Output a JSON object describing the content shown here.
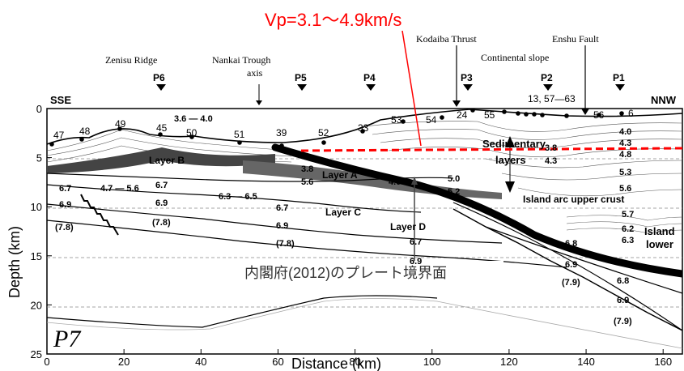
{
  "annotation": {
    "vp_text": "Vp=3.1～4.9km/s",
    "boundary_text": "内閣府(2012)のプレート境界面",
    "color": "#ff0000"
  },
  "panel_label": "P7",
  "axes": {
    "x_label": "Distance (km)",
    "y_label": "Depth (km)",
    "x_ticks": [
      "0",
      "20",
      "40",
      "60",
      "80",
      "100",
      "120",
      "140",
      "160"
    ],
    "y_ticks": [
      "0",
      "5",
      "10",
      "15",
      "20",
      "25"
    ],
    "x_range": [
      0,
      165
    ],
    "y_range": [
      0,
      25
    ]
  },
  "ends": {
    "left": "SSE",
    "right": "NNW"
  },
  "features": [
    "Zenisu Ridge",
    "Nankai Trough",
    "axis",
    "Kodaiba Thrust",
    "Continental slope",
    "Enshu Fault"
  ],
  "stations": [
    "P6",
    "P5",
    "P4",
    "P3",
    "P2",
    "P1"
  ],
  "obs_numbers": [
    "47",
    "48",
    "49",
    "45",
    "50",
    "51",
    "39",
    "52",
    "33",
    "53",
    "54",
    "24",
    "55",
    "13, 57—63",
    "56",
    "6"
  ],
  "layers": [
    "Layer B",
    "Layer A",
    "Layer C",
    "Layer D",
    "Sedimentary",
    "layers",
    "Island arc upper crust",
    "Island",
    "lower"
  ],
  "velocities": [
    "3.6 — 4.0",
    "6.7",
    "6.9",
    "(7.8)",
    "4.7 — 5.6",
    "6.7",
    "6.9",
    "(7.8)",
    "6.3 — 6.5",
    "3.8",
    "5.6",
    "4.0",
    "6.7",
    "6.9",
    "(7.8)",
    "6.7",
    "6.9",
    "5.0",
    "5.2",
    "3.8",
    "4.3",
    "4.0",
    "4.3",
    "4.8",
    "5.3",
    "5.6",
    "5.7",
    "6.2",
    "6.3",
    "6.8",
    "6.9",
    "(7.9)",
    "6.8",
    "6.9",
    "(7.9)"
  ]
}
